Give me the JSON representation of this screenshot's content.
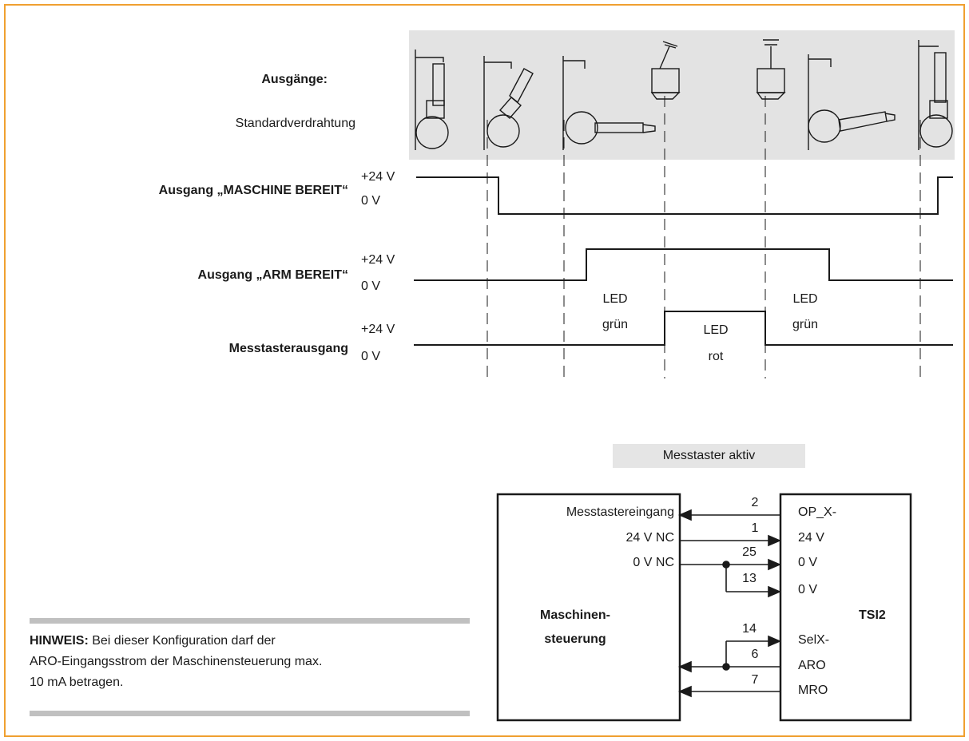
{
  "outputs_section": {
    "heading": "Ausgänge:",
    "subheading": "Standardverdrahtung"
  },
  "signals": [
    {
      "name": "Ausgang „MASCHINE BEREIT“",
      "high_label": "+24 V",
      "low_label": "0 V"
    },
    {
      "name": "Ausgang „ARM BEREIT“",
      "high_label": "+24 V",
      "low_label": "0 V"
    },
    {
      "name": "Messtasterausgang",
      "high_label": "+24 V",
      "low_label": "0 V"
    }
  ],
  "led_labels": {
    "green_left": {
      "line1": "LED",
      "line2": "grün"
    },
    "red": {
      "line1": "LED",
      "line2": "rot"
    },
    "green_right": {
      "line1": "LED",
      "line2": "grün"
    }
  },
  "probe_active_label": "Messtaster aktiv",
  "controller_box": {
    "inputs": [
      "Messtastereingang",
      "24 V NC",
      "0 V NC"
    ],
    "title_line1": "Maschinen-",
    "title_line2": "steuerung"
  },
  "interface_box": {
    "title": "TSI2",
    "pins": [
      "OP_X-",
      "24 V",
      "0 V",
      "0 V",
      "SelX-",
      "ARO",
      "MRO"
    ]
  },
  "wire_numbers": [
    "2",
    "1",
    "25",
    "13",
    "14",
    "6",
    "7"
  ],
  "note": {
    "label": "HINWEIS:",
    "text": " Bei dieser Konfiguration darf der",
    "line2": "ARO-Eingangsstrom der Maschinensteuerung max.",
    "line3": "10 mA betragen."
  },
  "colors": {
    "frame": "#f0a030",
    "shade": "#e3e3e3",
    "line": "#1a1a1a",
    "note_bar": "#c0c0c0"
  }
}
